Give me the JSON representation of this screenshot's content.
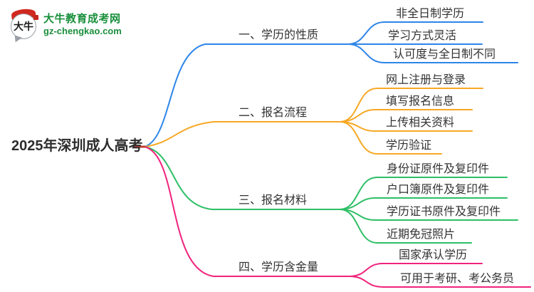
{
  "page": {
    "background": "#ffffff"
  },
  "logo": {
    "icon_text": "大牛",
    "site_name": "大牛教育成考网",
    "site_url": "gz-chengkao.com",
    "brand_color": "#1a8f3c",
    "accent_color": "#d0281f"
  },
  "root": {
    "label": "2025年深圳成人高考",
    "dot_color": "#bf3b2f"
  },
  "branches": [
    {
      "label": "一、学历的性质",
      "color": "#2e86e8",
      "children": [
        {
          "label": "非全日制学历"
        },
        {
          "label": "学习方式灵活"
        },
        {
          "label": "认可度与全日制不同"
        }
      ]
    },
    {
      "label": "二、报名流程",
      "color": "#f7a823",
      "children": [
        {
          "label": "网上注册与登录"
        },
        {
          "label": "填写报名信息"
        },
        {
          "label": "上传相关资料"
        },
        {
          "label": "学历验证"
        }
      ]
    },
    {
      "label": "三、报名材料",
      "color": "#2dbf66",
      "children": [
        {
          "label": "身份证原件及复印件"
        },
        {
          "label": "户口簿原件及复印件"
        },
        {
          "label": "学历证书原件及复印件"
        },
        {
          "label": "近期免冠照片"
        }
      ]
    },
    {
      "label": "四、学历含金量",
      "color": "#f0237c",
      "children": [
        {
          "label": "国家承认学历"
        },
        {
          "label": "可用于考研、考公务员"
        }
      ]
    }
  ]
}
